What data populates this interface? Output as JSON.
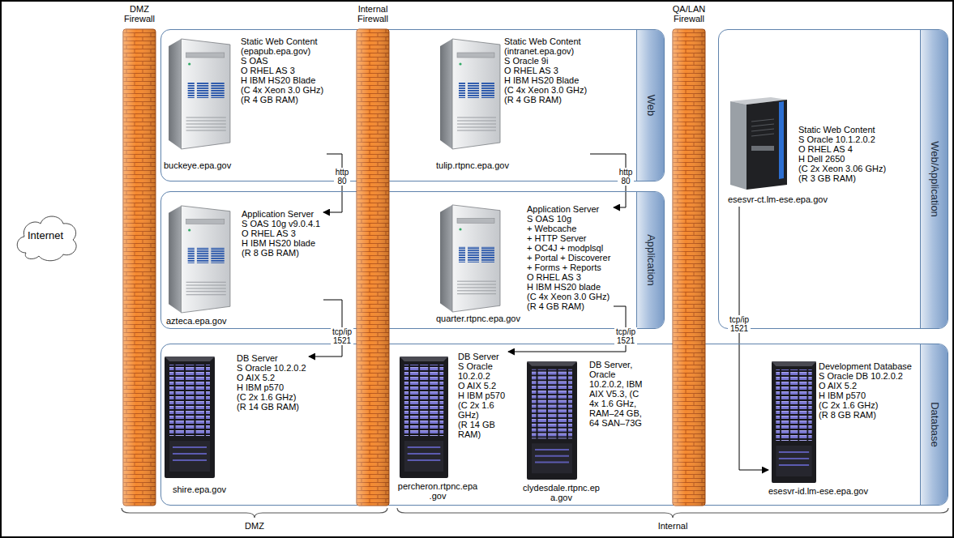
{
  "diagram": {
    "nodes": [
      {
        "text": [
          "Internet"
        ]
      },
      {
        "text": [
          "Web"
        ]
      },
      {
        "text": [
          "Static Web Content (epapub.epa.gov) S OAS O RHEL AS 3 H IBM HS20 Blade (C 4x Xeon 3.0 GHz) (R 4 GB RAM)",
          "buckeye.epa.gov"
        ],
        "in": 1
      },
      {
        "text": [
          "Static Web Content (intranet.epa.gov) S Oracle 9i O RHEL AS 3 H IBM HS20 Blade (C 4x Xeon 3.0 GHz) (R 4 GB RAM)",
          "tulip.rtpnc.epa.gov"
        ],
        "in": 1
      },
      {
        "text": [
          "Web/Application"
        ]
      },
      {
        "text": [
          "Static Web Content S Oracle 10.1.2.0.2 O RHEL AS 4 H Dell 2650 (C 2x Xeon 3.06 GHz) (R 3 GB RAM)",
          "esesvr-ct.lm-ese.epa.gov"
        ],
        "in": 4
      },
      {
        "text": [
          "Application"
        ]
      },
      {
        "text": [
          "Application Server S OAS 10g v9.0.4.1 O RHEL AS 3 H IBM HS20 blade (R 8 GB RAM)",
          "azteca.epa.gov"
        ],
        "in": 6
      },
      {
        "text": [
          "Application Server S OAS 10g + Webcache + HTTP Server + OC4J + modplsql + Portal + Discoverer + Forms + Reports O RHEL AS 3 H IBM HS20 blade (C 4x Xeon 3.0 GHz) (R 4 GB RAM)",
          "quarter.rtpnc.epa.gov"
        ],
        "in": 6
      },
      {
        "text": [
          "Database"
        ]
      },
      {
        "text": [
          "DB Server S Oracle 10.2.0.2 O AIX 5.2 H IBM p570 (C 2x 1.6 GHz) (R 14 GB RAM)",
          "shire.epa.gov"
        ],
        "in": 9
      },
      {
        "text": [
          "DB Server S Oracle 10.2.0.2 O AIX 5.2 H IBM p570 (C 2x 1.6 GHz) (R 14 GB RAM)",
          "percheron.rtpnc.epa.gov"
        ],
        "in": 9
      },
      {
        "text": [
          "DB Server, Oracle 10.2.0.2, IBM AIX V5.3, (C 4x 1.6 GHz, RAM–24 GB, 64 SAN–73G",
          "clydesdale.rtpnc.epa.gov"
        ],
        "in": 9
      },
      {
        "text": [
          "Development Database S Oracle DB 10.2.0.2 O AIX 5.2 H IBM p570 (C 2x 1.6 GHz) (R 8 GB RAM)",
          "esesvr-id.lm-ese.epa.gov"
        ],
        "in": 9
      }
    ],
    "edges": [
      {
        "from": 2,
        "to": 7,
        "label": "http 80",
        "arrow": "to"
      },
      {
        "from": 3,
        "to": 8,
        "label": "http 80",
        "arrow": "to"
      },
      {
        "from": 7,
        "to": 10,
        "label": "tcp/ip 1521",
        "arrow": "to"
      },
      {
        "from": 8,
        "to": 11,
        "label": "tcp/ip 1521",
        "arrow": "to"
      },
      {
        "from": 5,
        "to": 13,
        "label": "tcp/ip 1521",
        "arrow": "to"
      }
    ],
    "labels": [
      "DMZ Firewall",
      "Internal Firewall",
      "QA/LAN Firewall",
      "DMZ",
      "Internal"
    ]
  }
}
